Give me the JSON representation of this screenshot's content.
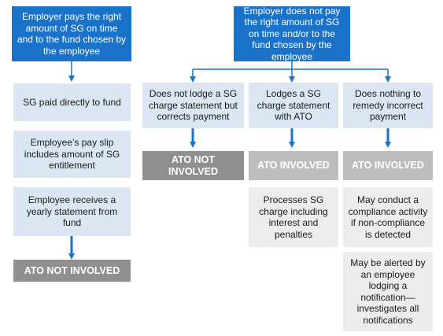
{
  "top_left": "Employer pays the right amount of SG on time and to the fund chosen by the employee",
  "top_right": "Employer does not pay the right amount of SG on time and/or to the fund chosen by the employee",
  "left": {
    "step1": "SG paid directly to fund",
    "step2": "Employee’s pay slip includes amount of SG entitlement",
    "step3": "Employee receives a yearly statement from fund",
    "result": "ATO NOT INVOLVED"
  },
  "branch1": {
    "title": "Does not lodge a SG charge statement but corrects payment",
    "result": "ATO NOT INVOLVED"
  },
  "branch2": {
    "title": "Lodges a SG charge statement with ATO",
    "result": "ATO INVOLVED",
    "detail": "Processes SG charge including interest and penalties"
  },
  "branch3": {
    "title": "Does nothing to remedy incorrect payment",
    "result": "ATO INVOLVED",
    "detail1": "May conduct a compliance activity if non-compliance is detected",
    "detail2": "May be alerted by an employee lodging a notification—investigates all notifications"
  },
  "colors": {
    "blue": "#1a73c8",
    "light_blue": "#dbe6f2",
    "dark_grey": "#8f8f8f",
    "mid_grey": "#bdbdbd",
    "pale_grey": "#ececec"
  }
}
